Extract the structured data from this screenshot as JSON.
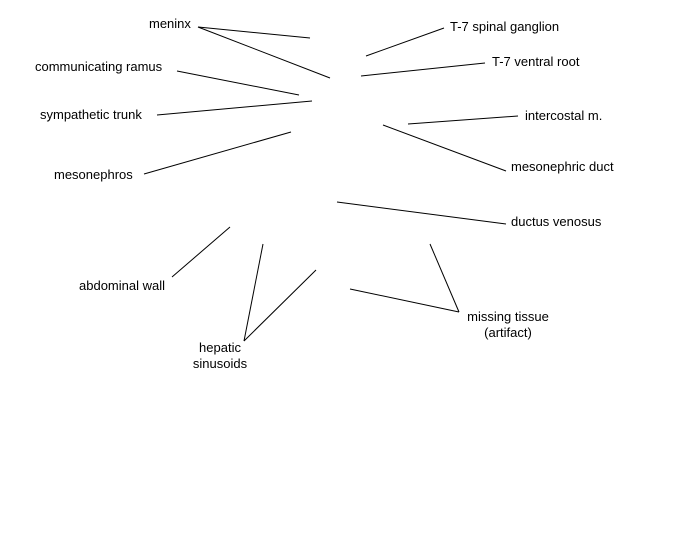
{
  "labels": {
    "meninx": "meninx",
    "communicating_ramus": "communicating ramus",
    "sympathetic_trunk": "sympathetic trunk",
    "mesonephros": "mesonephros",
    "abdominal_wall": "abdominal wall",
    "hepatic_sinusoids_line1": "hepatic",
    "hepatic_sinusoids_line2": "sinusoids",
    "t7_spinal_ganglion": "T-7 spinal ganglion",
    "t7_ventral_root": "T-7 ventral root",
    "intercostal_m": "intercostal m.",
    "mesonephric_duct": "mesonephric duct",
    "ductus_venosus": "ductus venosus",
    "missing_tissue_line1": "missing tissue",
    "missing_tissue_line2": "(artifact)"
  },
  "colors": {
    "background": "#ffffff",
    "line": "#000000",
    "text": "#000000"
  }
}
